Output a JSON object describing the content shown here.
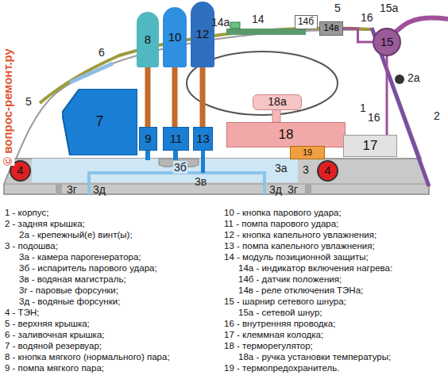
{
  "diagram": {
    "nodes": [
      {
        "text": [
          "8"
        ]
      },
      {
        "text": [
          "10"
        ]
      },
      {
        "text": [
          "12"
        ]
      },
      {
        "text": [
          "14б"
        ]
      },
      {
        "text": [
          "14в"
        ]
      },
      {
        "text": [
          "15"
        ]
      },
      {
        "text": [
          "7"
        ]
      },
      {
        "text": [
          "9"
        ]
      },
      {
        "text": [
          "11"
        ]
      },
      {
        "text": [
          "13"
        ]
      },
      {
        "text": [
          "18а"
        ]
      },
      {
        "text": [
          "18"
        ]
      },
      {
        "text": [
          "17"
        ]
      },
      {
        "text": [
          "19"
        ]
      },
      {
        "text": [
          "4"
        ]
      },
      {
        "text": [
          "4"
        ]
      }
    ],
    "edges": [
      {
        "from": 0,
        "to": 7,
        "arrow": "none"
      },
      {
        "from": 1,
        "to": 8,
        "arrow": "none"
      },
      {
        "from": 2,
        "to": 9,
        "arrow": "none"
      },
      {
        "from": 5,
        "to": 12,
        "arrow": "none"
      },
      {
        "from": 5,
        "to": 4,
        "arrow": "none"
      }
    ],
    "labels": [
      "5",
      "15а",
      "14а",
      "14",
      "16",
      "6",
      "5",
      "2а",
      "1",
      "16",
      "2",
      "3б",
      "3а",
      "3",
      "3в",
      "3г",
      "3д",
      "3д",
      "3г",
      "© вопрос-ремонт.ру",
      "1 - корпус;",
      "2 - задняя крышка;",
      "2а - крепежный(е) винт(ы);",
      "3 - подошва;",
      "3а - камера парогенератора;",
      "3б - испаритель парового удара;",
      "3в - водяная магистраль;",
      "3г - паровые форсунки;",
      "3д - водяные форсунки;",
      "4 - ТЭН;",
      "5 - верхняя крышка;",
      "6 - заливочная крышка;",
      "7 - водяной резервуар;",
      "8 - кнопка мягкого (нормального) пара;",
      "9 - помпа мягкого пара;",
      "10 - кнопка парового удара;",
      "11 - помпа парового удара;",
      "12 - кнопка капельного увлажнения;",
      "13 - помпа капельного увлажнения;",
      "14 - модуль позиционной защиты;",
      "14а - индикатор включения нагрева:",
      "14б - датчик положения;",
      "14в - реле отключения ТЭНа;",
      "15 - шарнир сетевого шнура;",
      "15а - сетевой шнур;",
      "16 - внутренняя проводка;",
      "17 - клеммная колодка;",
      "18 - терморегулятор;",
      "18а - ручка установки температуры;",
      "19 - термопредохранитель."
    ]
  }
}
